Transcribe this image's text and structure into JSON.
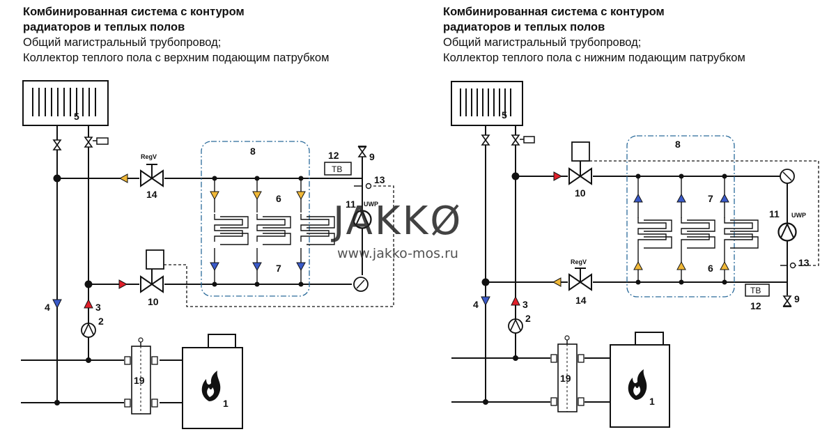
{
  "left": {
    "title1": "Комбинированная система с контуром",
    "title2": "радиаторов и теплых полов",
    "sub1": "Общий магистральный трубопровод;",
    "sub2": "Коллектор теплого пола с верхним подающим патрубком"
  },
  "right": {
    "title1": "Комбинированная система с контуром",
    "title2": "радиаторов и теплых полов",
    "sub1": "Общий магистральный трубопровод;",
    "sub2": "Коллектор теплого пола с нижним подающим патрубком"
  },
  "labels": {
    "n1": "1",
    "n2": "2",
    "n3": "3",
    "n4": "4",
    "n5": "5",
    "n6": "6",
    "n7": "7",
    "n8": "8",
    "n9": "9",
    "n10": "10",
    "n11": "11",
    "n12": "12",
    "n13": "13",
    "n14": "14",
    "n19": "19",
    "regv": "RegV",
    "uwp": "UWP",
    "tb": "ТВ"
  },
  "watermark": {
    "brand": "JAKKØ",
    "url": "www.jakko-mos.ru"
  },
  "colors": {
    "red": "#e0202a",
    "blue": "#3a5ac8",
    "yellow": "#f0b838",
    "line": "#111111",
    "dash": "#2a6a9a"
  }
}
